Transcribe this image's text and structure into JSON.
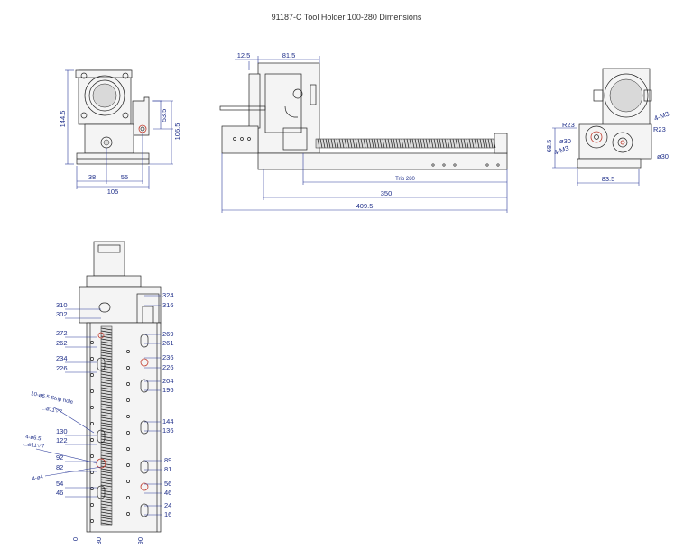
{
  "title": "91187-C Tool Holder 100-280 Dimensions",
  "front_view": {
    "d_height": "144.5",
    "d_h1": "53.5",
    "d_h2": "106.5",
    "d_w1": "38",
    "d_w2": "55",
    "d_w": "105"
  },
  "side_view": {
    "d_top1": "12.5",
    "d_top2": "81.5",
    "d_trip": "Trip 280",
    "d_350": "350",
    "d_409": "409.5"
  },
  "end_view": {
    "d_r23a": "R23",
    "d_phi30a": "ø30",
    "d_4m3a": "4-M3",
    "d_685": "68.5",
    "d_4m3b": "4-M3",
    "d_r23b": "R23",
    "d_phi30b": "ø30",
    "d_835": "83.5"
  },
  "bottom_view": {
    "right_labels": [
      "324",
      "316",
      "269",
      "261",
      "236",
      "226",
      "204",
      "196",
      "144",
      "136",
      "89",
      "81",
      "56",
      "46",
      "24",
      "16"
    ],
    "left_labels": [
      "310",
      "302",
      "272",
      "262",
      "234",
      "226",
      "130",
      "122",
      "92",
      "82",
      "54",
      "46"
    ],
    "notes": [
      "10-ø6.5 Strip hole",
      "⌴ø11▽7",
      "4-ø6.5",
      "⌴ø11▽7",
      "4-ø4"
    ],
    "bottom_labels": [
      "0",
      "30",
      "90"
    ]
  }
}
